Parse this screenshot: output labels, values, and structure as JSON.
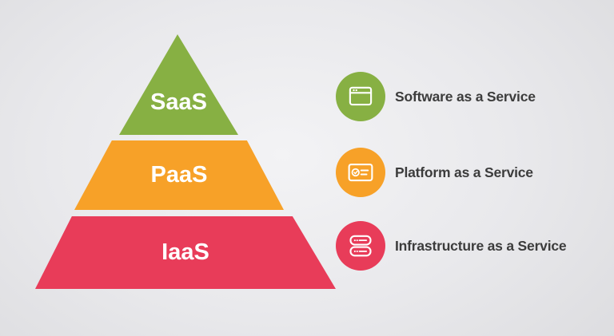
{
  "pyramid": {
    "layers": [
      {
        "abbr": "SaaS",
        "color": "#87B043"
      },
      {
        "abbr": "PaaS",
        "color": "#F7A128"
      },
      {
        "abbr": "IaaS",
        "color": "#E83C59"
      }
    ]
  },
  "legend": {
    "items": [
      {
        "label": "Software as a Service",
        "icon": "browser-window-icon",
        "color": "#87B043"
      },
      {
        "label": "Platform as a Service",
        "icon": "card-check-icon",
        "color": "#F7A128"
      },
      {
        "label": "Infrastructure as a Service",
        "icon": "server-stack-icon",
        "color": "#E83C59"
      }
    ]
  },
  "colors": {
    "background_light": "#F3F3F5",
    "background_dark": "#D8D8DB",
    "pyramid_text": "#FFFFFF",
    "legend_text": "#3C3C3C"
  }
}
